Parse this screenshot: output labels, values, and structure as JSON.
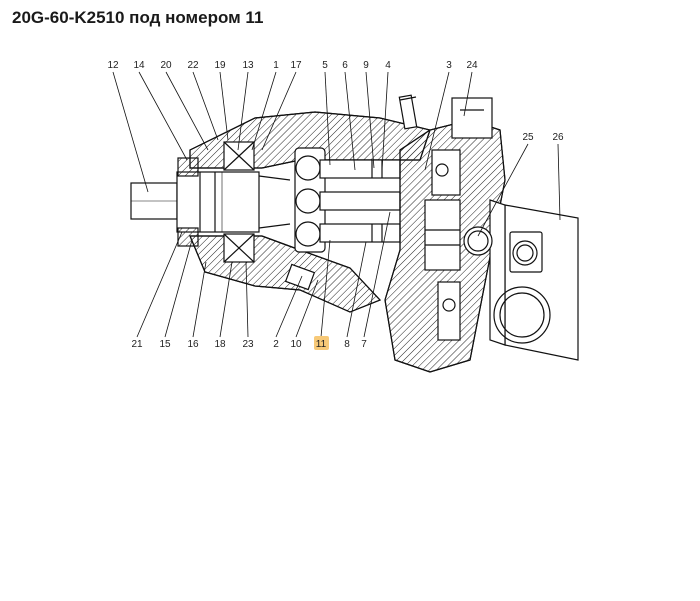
{
  "page": {
    "title": "20G-60-K2510 под номером 11"
  },
  "diagram": {
    "highlighted_callout": "11",
    "highlight_color": "#f7c978",
    "callouts_top": [
      "12",
      "14",
      "20",
      "22",
      "19",
      "13",
      "1",
      "17",
      "5",
      "6",
      "9",
      "4",
      "3",
      "24",
      "25",
      "26"
    ],
    "callouts_bottom": [
      "21",
      "15",
      "16",
      "18",
      "23",
      "2",
      "10",
      "11",
      "8",
      "7"
    ]
  }
}
